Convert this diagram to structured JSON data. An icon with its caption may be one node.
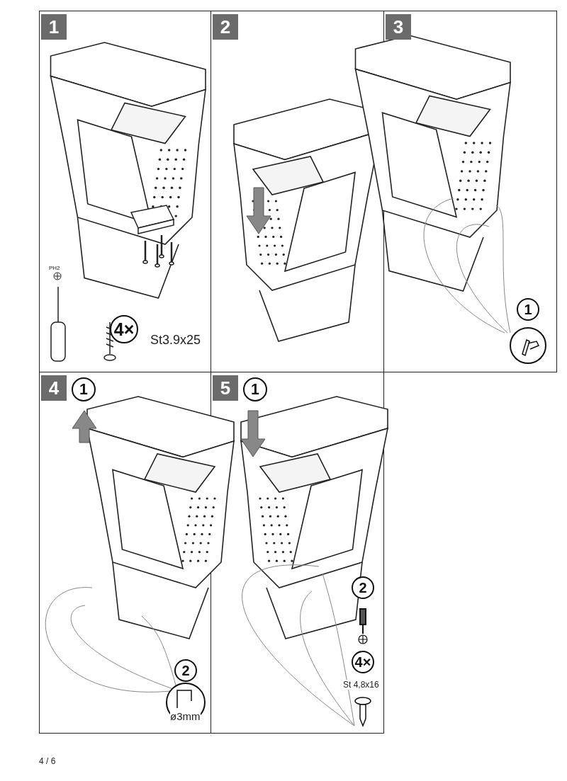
{
  "diagram": {
    "labels": [
      "1",
      "PH2",
      "4×",
      "St3.9x25",
      "2",
      "3",
      "1",
      "4",
      "1",
      "2",
      "ø3mm",
      "5",
      "1",
      "2",
      "4×",
      "St 4,8x16",
      "4 / 6"
    ]
  }
}
